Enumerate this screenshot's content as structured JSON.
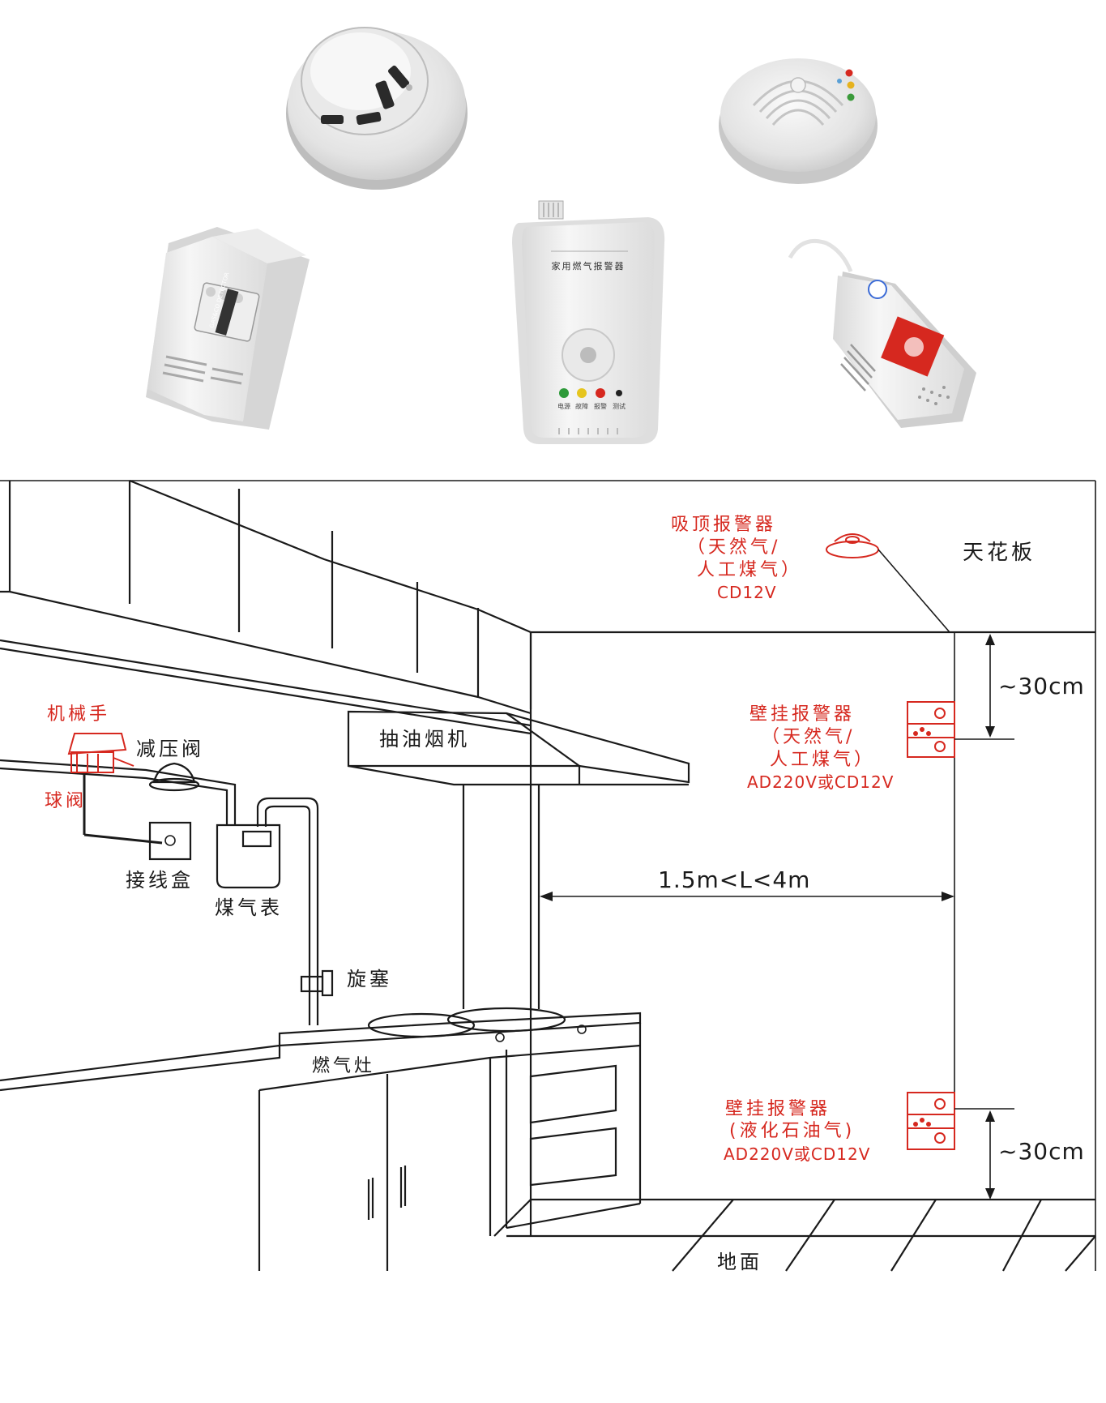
{
  "diagram": {
    "ceiling_detector": {
      "line1": "吸顶报警器",
      "line2": "（天然气/",
      "line3": "人工煤气）",
      "line4": "CD12V"
    },
    "ceiling_label": "天花板",
    "wall_detector_top": {
      "line1": "壁挂报警器",
      "line2": "（天然气/",
      "line3": "人工煤气）",
      "line4": "AD220V或CD12V"
    },
    "wall_detector_bottom": {
      "line1": "壁挂报警器",
      "line2": "(液化石油气)",
      "line3": "AD220V或CD12V"
    },
    "dim_top": "~30cm",
    "dim_bottom": "~30cm",
    "dim_horizontal": "1.5m<L<4m",
    "range_hood": "抽油烟机",
    "manipulator": "机械手",
    "pressure_valve": "减压阀",
    "ball_valve": "球阀",
    "junction_box": "接线盒",
    "gas_meter": "煤气表",
    "plug_valve": "旋塞",
    "gas_stove": "燃气灶",
    "floor": "地面"
  },
  "products": {
    "device3_lines": [
      "GAS&CO DETECTOR"
    ],
    "device4_title": "家用燃气报警器",
    "device4_leds": [
      "电源",
      "故障",
      "报警",
      "测试"
    ]
  },
  "colors": {
    "accent_red": "#d6281f",
    "line_black": "#1a1a1a",
    "device_white": "#f2f2f2"
  }
}
